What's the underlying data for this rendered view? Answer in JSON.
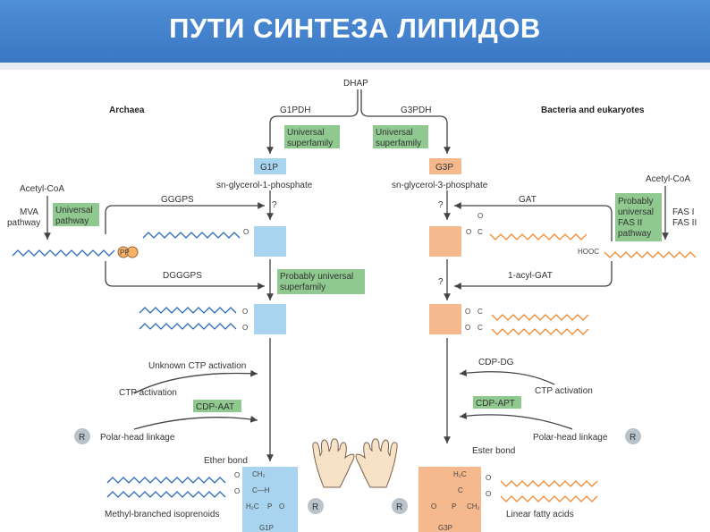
{
  "header": {
    "title": "ПУТИ СИНТЕЗА ЛИПИДОВ"
  },
  "colors": {
    "header_blue": "#3f7fcc",
    "green_box": "#8fc98f",
    "blue_square": "#a9d4ef",
    "orange_square": "#f6b98e",
    "chain_blue": "#2b6cb8",
    "chain_orange": "#f08a2c"
  },
  "diagram": {
    "top": {
      "dhap": "DHAP",
      "g1pdh": "G1PDH",
      "g3pdh": "G3PDH",
      "archaea": "Archaea",
      "bacteria": "Bacteria and eukaryotes"
    },
    "universal1": [
      "Universal",
      "superfamily"
    ],
    "universal2": [
      "Universal",
      "superfamily"
    ],
    "g1p": "G1P",
    "g3p": "G3P",
    "g1p_full": "sn-glycerol-1-phosphate",
    "g3p_full": "sn-glycerol-3-phosphate",
    "left": {
      "acetyl": "Acetyl-CoA",
      "mva": [
        "MVA",
        "pathway"
      ],
      "univ_path": [
        "Universal",
        "pathway"
      ],
      "gggps": "GGGPS",
      "pp": "PP",
      "dgggps": "DGGGPS",
      "prob_univ": [
        "Probably universal",
        "superfamily"
      ],
      "unknown_ctp": "Unknown CTP activation",
      "ctp_act": "CTP activation",
      "cdp_aat": "CDP-AAT",
      "polar_head": "Polar-head linkage",
      "ether": "Ether bond",
      "methyl": "Methyl-branched isoprenoids",
      "r": "R",
      "g1p_bottom": "G1P",
      "o_atom": "O",
      "ch2": "CH₂",
      "ch": "C—H",
      "p": "P",
      "h2c": "H₂C"
    },
    "right": {
      "acetyl": "Acetyl-CoA",
      "prob_fas": [
        "Probably",
        "universal",
        "FAS II",
        "pathway"
      ],
      "fas": [
        "FAS I",
        "FAS II"
      ],
      "gat": "GAT",
      "hooc": "HOOC",
      "acylgat": "1-acyl-GAT",
      "cdp_dg": "CDP-DG",
      "ctp_act": "CTP activation",
      "cdp_apt": "CDP-APT",
      "polar_head": "Polar-head linkage",
      "ester": "Ester bond",
      "linear": "Linear fatty acids",
      "r": "R",
      "g3p_bottom": "G3P",
      "o_atom": "O",
      "c_atom": "C"
    },
    "question": "?"
  }
}
